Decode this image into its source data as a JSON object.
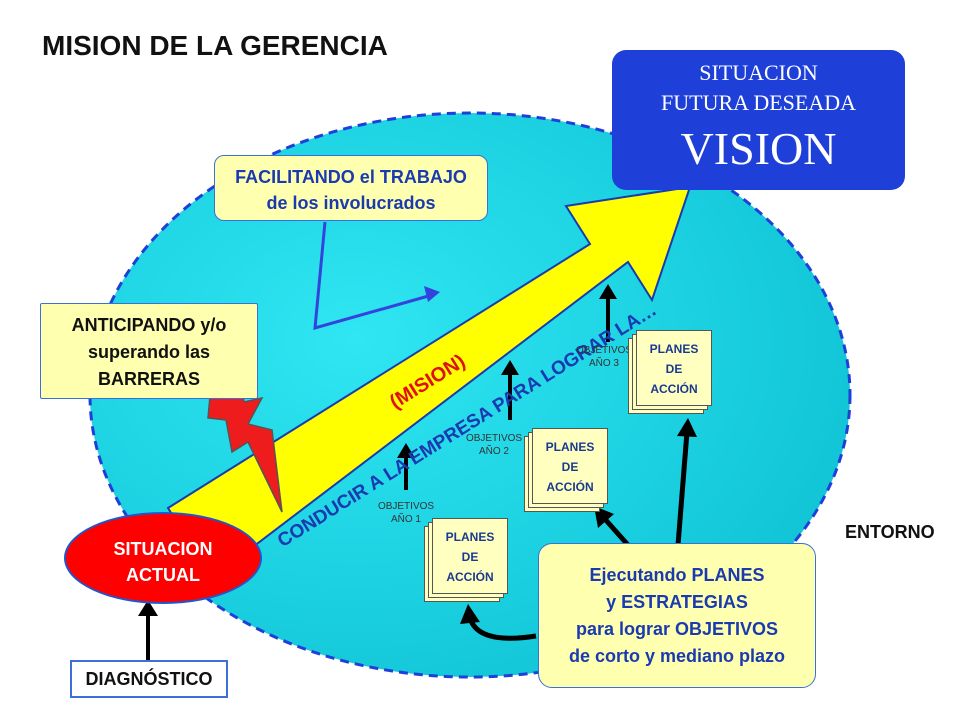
{
  "title": "MISION DE LA GERENCIA",
  "vision": {
    "line1": "SITUACION",
    "line2": "FUTURA DESEADA",
    "line3": "VISION"
  },
  "facilitando": {
    "line1": "FACILITANDO el TRABAJO",
    "line2": "de los involucrados"
  },
  "anticipando": {
    "line1": "ANTICIPANDO y/o",
    "line2": "superando las",
    "line3": "BARRERAS"
  },
  "arrow": {
    "mision": "(MISION)",
    "conducir": "CONDUCIR A LA EMPRESA  PARA LOGRAR LA…"
  },
  "situacion_actual": {
    "line1": "SITUACION",
    "line2": "ACTUAL"
  },
  "diagnostico": "DIAGNÓSTICO",
  "entorno": "ENTORNO",
  "objetivos": [
    {
      "line1": "OBJETIVOS",
      "line2": "AÑO 1"
    },
    {
      "line1": "OBJETIVOS",
      "line2": "AÑO 2"
    },
    {
      "line1": "OBJETIVOS",
      "line2": "AÑO 3"
    }
  ],
  "planes": [
    {
      "line1": "PLANES",
      "line2": "DE",
      "line3": "ACCIÓN"
    },
    {
      "line1": "PLANES",
      "line2": "DE",
      "line3": "ACCIÓN"
    },
    {
      "line1": "PLANES",
      "line2": "DE",
      "line3": "ACCIÓN"
    }
  ],
  "ejecutando": {
    "line1": "Ejecutando PLANES",
    "line2": "y ESTRATEGIAS",
    "line3": "para lograr OBJETIVOS",
    "line4": "de corto y mediano plazo"
  },
  "colors": {
    "ellipse": "#18c8d8",
    "arrow": "#ffff00",
    "vision_box": "#1e40d8",
    "situacion": "#ff0000",
    "callout": "#ffffb0"
  }
}
